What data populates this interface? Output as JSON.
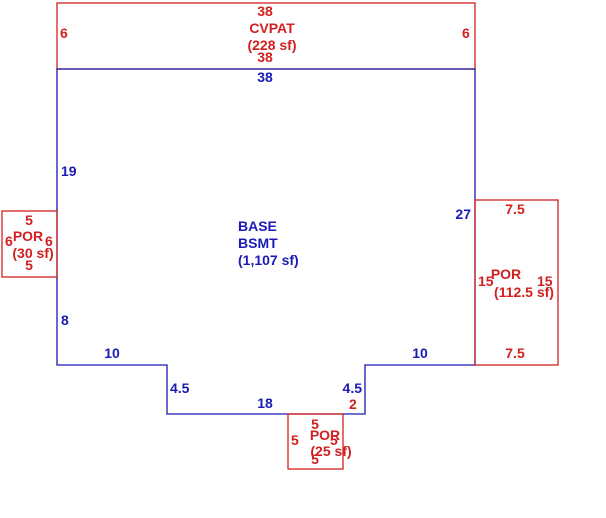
{
  "colors": {
    "base": "#1a1ab4",
    "addition": "#d22020",
    "background": "#ffffff"
  },
  "base": {
    "name": "BASE",
    "sub": "BSMT",
    "area": "(1,107 sf)",
    "dims": {
      "top": "38",
      "left_upper": "19",
      "left_lower": "8",
      "right": "27",
      "bottom_left": "10",
      "bottom_right": "10",
      "notch_left": "4.5",
      "notch_right": "4.5",
      "notch_bottom": "18"
    }
  },
  "cvpat": {
    "name": "CVPAT",
    "area": "(228 sf)",
    "dims": {
      "top": "38",
      "bottom": "38",
      "left": "6",
      "right": "6"
    }
  },
  "por_left": {
    "name": "POR",
    "area": "(30 sf)",
    "dims": {
      "top": "5",
      "bottom": "5",
      "left": "6",
      "right": "6"
    }
  },
  "por_right": {
    "name": "POR",
    "area": "(112.5 sf)",
    "dims": {
      "top": "7.5",
      "bottom": "7.5",
      "left": "15",
      "right": "15"
    }
  },
  "por_bottom": {
    "name": "POR",
    "area": "(25 sf)",
    "dims": {
      "top": "5",
      "bottom": "5",
      "left": "5",
      "right": "5",
      "side_two": "2"
    }
  }
}
